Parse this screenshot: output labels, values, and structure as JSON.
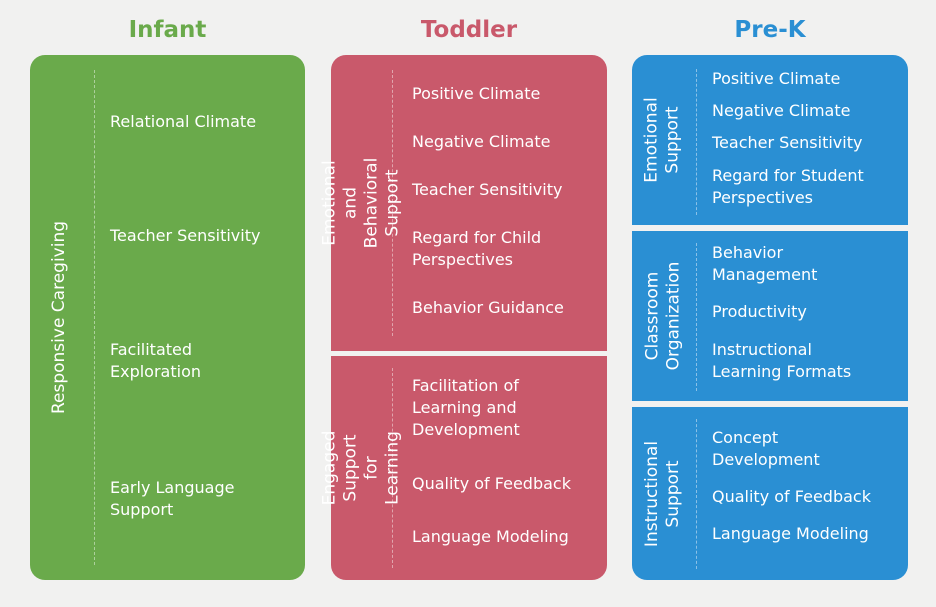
{
  "colors": {
    "infant": "#6aaa4b",
    "toddler": "#c9596b",
    "prek": "#2a8fd3",
    "background": "#f1f1f0"
  },
  "infant": {
    "title": "Infant",
    "domain": "Responsive Caregiving",
    "items": [
      "Relational Climate",
      "Teacher Sensitivity",
      "Facilitated\nExploration",
      "Early Language\nSupport"
    ]
  },
  "toddler": {
    "title": "Toddler",
    "domains": [
      {
        "label": "Emotional and\nBehavioral Support",
        "items": [
          "Positive Climate",
          "Negative Climate",
          "Teacher Sensitivity",
          "Regard for Child\nPerspectives",
          "Behavior Guidance"
        ]
      },
      {
        "label": "Engaged Support\nfor Learning",
        "items": [
          "Facilitation of\nLearning and\nDevelopment",
          "Quality of Feedback",
          "Language Modeling"
        ]
      }
    ]
  },
  "prek": {
    "title": "Pre-K",
    "domains": [
      {
        "label": "Emotional\nSupport",
        "items": [
          "Positive Climate",
          "Negative Climate",
          "Teacher Sensitivity",
          "Regard for Student\nPerspectives"
        ]
      },
      {
        "label": "Classroom\nOrganization",
        "items": [
          "Behavior\nManagement",
          "Productivity",
          "Instructional\nLearning Formats"
        ]
      },
      {
        "label": "Instructional\nSupport",
        "items": [
          "Concept\nDevelopment",
          "Quality of Feedback",
          "Language Modeling"
        ]
      }
    ]
  }
}
